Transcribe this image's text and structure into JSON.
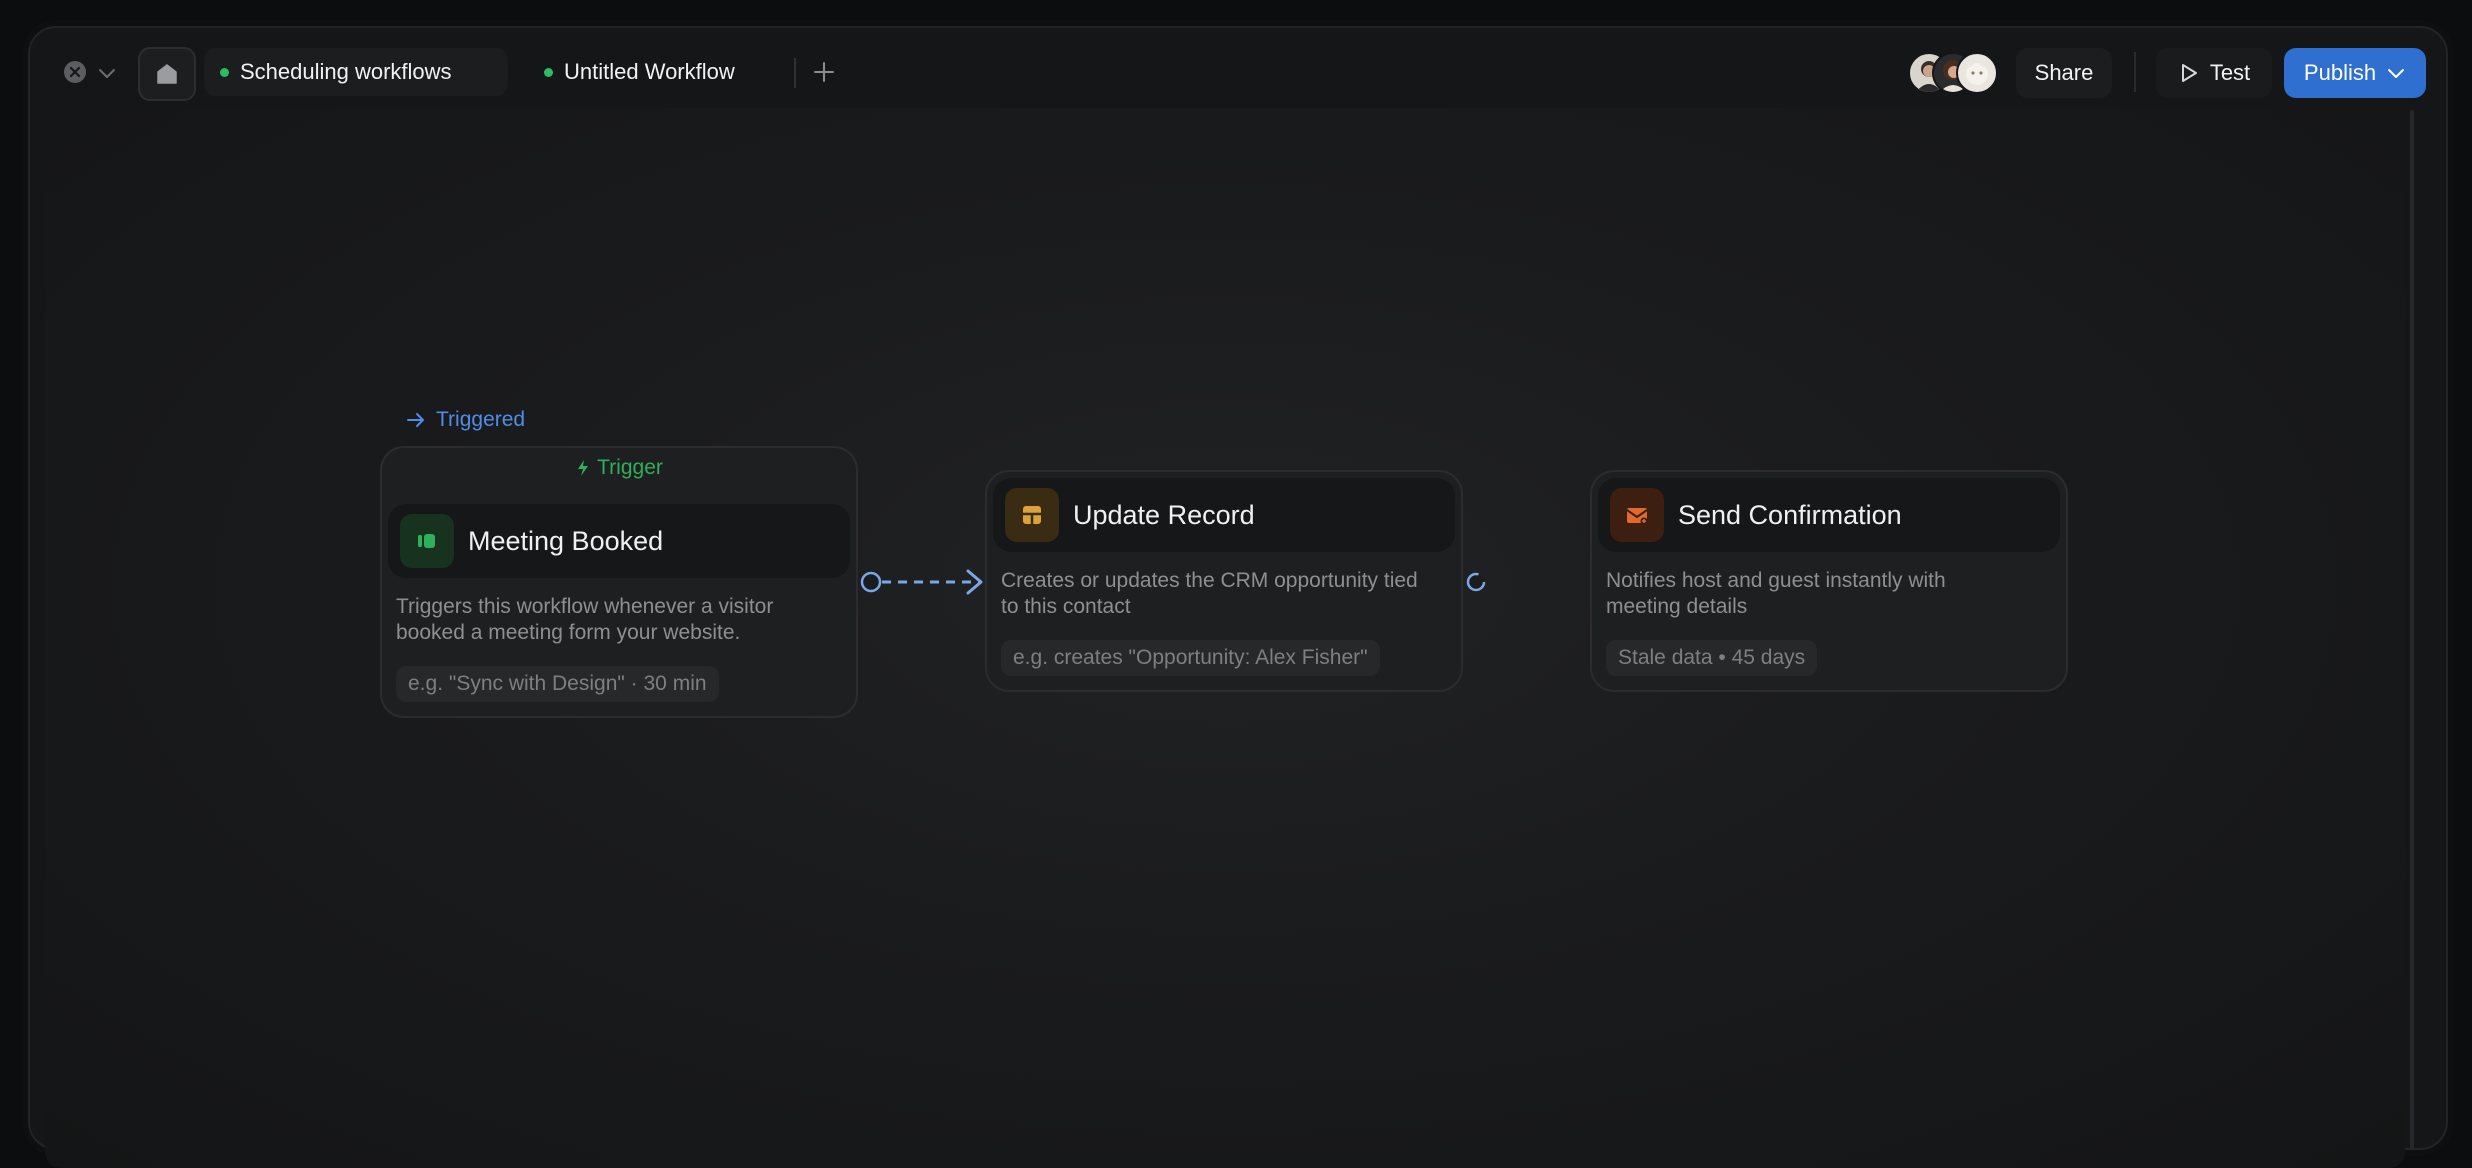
{
  "tabs": [
    {
      "label": "Scheduling workflows",
      "status_color": "#2bbd63"
    },
    {
      "label": "Untitled Workflow",
      "status_color": "#2bbd63"
    }
  ],
  "toolbar": {
    "share_label": "Share",
    "test_label": "Test",
    "publish_label": "Publish",
    "accent_color": "#2f6fd0"
  },
  "collaborators": [
    {
      "icon": "avatar-man"
    },
    {
      "icon": "avatar-woman"
    },
    {
      "icon": "avatar-cat"
    }
  ],
  "canvas": {
    "triggered_label": "Triggered",
    "nodes": [
      {
        "badge": "Trigger",
        "title": "Meeting Booked",
        "icon": "meeting-icon",
        "icon_color": "#2fae5c",
        "description": "Triggers this workflow whenever a visitor booked a meeting form your website.",
        "example": "e.g. \"Sync with Design\" · 30 min"
      },
      {
        "title": "Update Record",
        "icon": "table-icon",
        "icon_color": "#d9a23a",
        "description": "Creates or updates the CRM opportunity tied to this contact",
        "example": "e.g. creates \"Opportunity: Alex Fisher\""
      },
      {
        "title": "Send Confirmation",
        "icon": "mail-icon",
        "icon_color": "#e2682c",
        "description": "Notifies host and guest instantly with meeting details",
        "example": "Stale data • 45 days"
      }
    ]
  }
}
